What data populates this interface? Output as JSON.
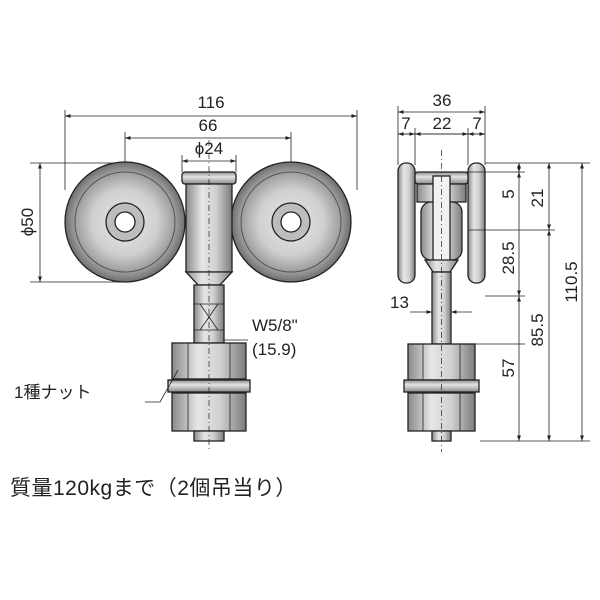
{
  "front_view": {
    "overall_width": "116",
    "wheel_spacing": "66",
    "bolt_diameter": "ϕ24",
    "wheel_diameter": "ϕ50",
    "thread_spec": "W5/8\"",
    "thread_size": "(15.9)",
    "nut_label": "1種ナット"
  },
  "side_view": {
    "overall_width": "36",
    "left_offset": "7",
    "center_width": "22",
    "right_offset": "7",
    "dim_5": "5",
    "dim_21": "21",
    "dim_28_5": "28.5",
    "dim_110_5": "110.5",
    "dim_85_5": "85.5",
    "dim_57": "57",
    "dim_13": "13"
  },
  "caption": "質量120kgまで（2個吊当り）"
}
